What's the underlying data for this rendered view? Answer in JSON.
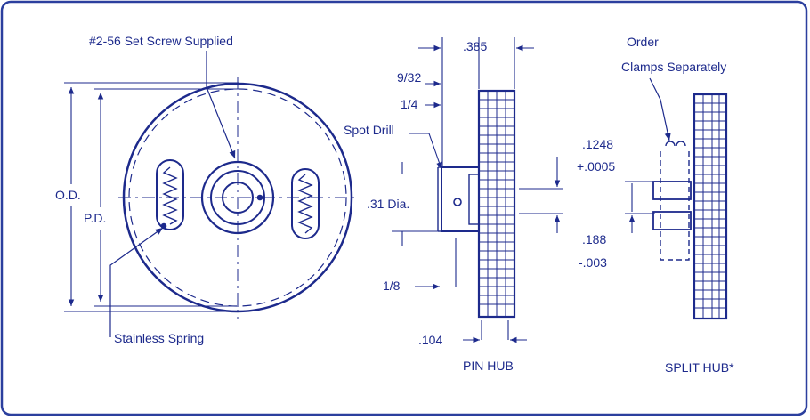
{
  "labels": {
    "set_screw": "#2-56 Set Screw Supplied",
    "od": "O.D.",
    "pd": "P.D.",
    "stainless_spring": "Stainless Spring",
    "dim_385": ".385",
    "dim_9_32": "9/32",
    "dim_1_4": "1/4",
    "spot_drill": "Spot Drill",
    "dia_31": ".31 Dia.",
    "dim_1_8": "1/8",
    "dim_104": ".104",
    "pin_hub": "PIN HUB",
    "order_line1": "Order",
    "order_line2": "Clamps Separately",
    "dim_1248": ".1248",
    "tol_0005": "+.0005",
    "dim_188": ".188",
    "tol_003": "-.003",
    "split_hub": "SPLIT HUB*"
  },
  "colors": {
    "ink": "#1d2a8c",
    "frame": "#2b3f9e",
    "background": "#ffffff"
  }
}
